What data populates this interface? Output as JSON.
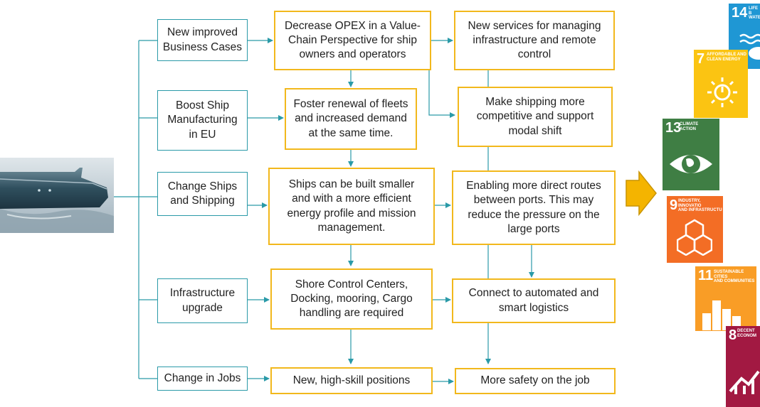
{
  "drivers": [
    {
      "label": "New improved\nBusiness Cases"
    },
    {
      "label": "Boost Ship\nManufacturing\nin EU"
    },
    {
      "label": "Change Ships\nand Shipping"
    },
    {
      "label": "Infrastructure\nupgrade"
    },
    {
      "label": "Change in Jobs"
    }
  ],
  "effects_col1": [
    {
      "label": "Decrease OPEX in a Value-\nChain Perspective for ship\nowners and operators"
    },
    {
      "label": "Foster renewal of fleets\nand increased demand\nat the same time."
    },
    {
      "label": "Ships can be built smaller\nand with a more efficient\nenergy profile and mission\nmanagement."
    },
    {
      "label": "Shore Control Centers,\nDocking, mooring, Cargo\nhandling are required"
    },
    {
      "label": "New, high-skill positions"
    }
  ],
  "effects_col2": [
    {
      "label": "New services for managing\ninfrastructure and remote\ncontrol"
    },
    {
      "label": "Make shipping more\ncompetitive and support\nmodal shift"
    },
    {
      "label": "Enabling more direct routes\nbetween ports. This may\nreduce the pressure on the\nlarge ports"
    },
    {
      "label": "Connect to automated and\nsmart logistics"
    },
    {
      "label": "More safety on the job"
    }
  ],
  "sdgs": [
    {
      "number": "14",
      "title": "LIFE B\nWATE",
      "color": "#1f97d4",
      "icon": "water-waves-icon"
    },
    {
      "number": "7",
      "title": "AFFORDABLE AND\nCLEAN ENERGY",
      "color": "#fbc412",
      "icon": "sun-power-icon"
    },
    {
      "number": "13",
      "title": "CLIMATE\nACTION",
      "color": "#3f7e44",
      "icon": "earth-eye-icon"
    },
    {
      "number": "9",
      "title": "INDUSTRY, INNOVATIO\nAND INFRASTRUCTU",
      "color": "#f36d25",
      "icon": "cubes-icon"
    },
    {
      "number": "11",
      "title": "SUSTAINABLE CITIES\nAND COMMUNITIES",
      "color": "#f99d26",
      "icon": "city-buildings-icon"
    },
    {
      "number": "8",
      "title": "DECENT\nECONOM",
      "color": "#a21942",
      "icon": "growth-chart-icon"
    }
  ],
  "colors": {
    "teal": "#2a9aa8",
    "gold": "#f2b81c",
    "arrow_fill": "#f4b400"
  }
}
